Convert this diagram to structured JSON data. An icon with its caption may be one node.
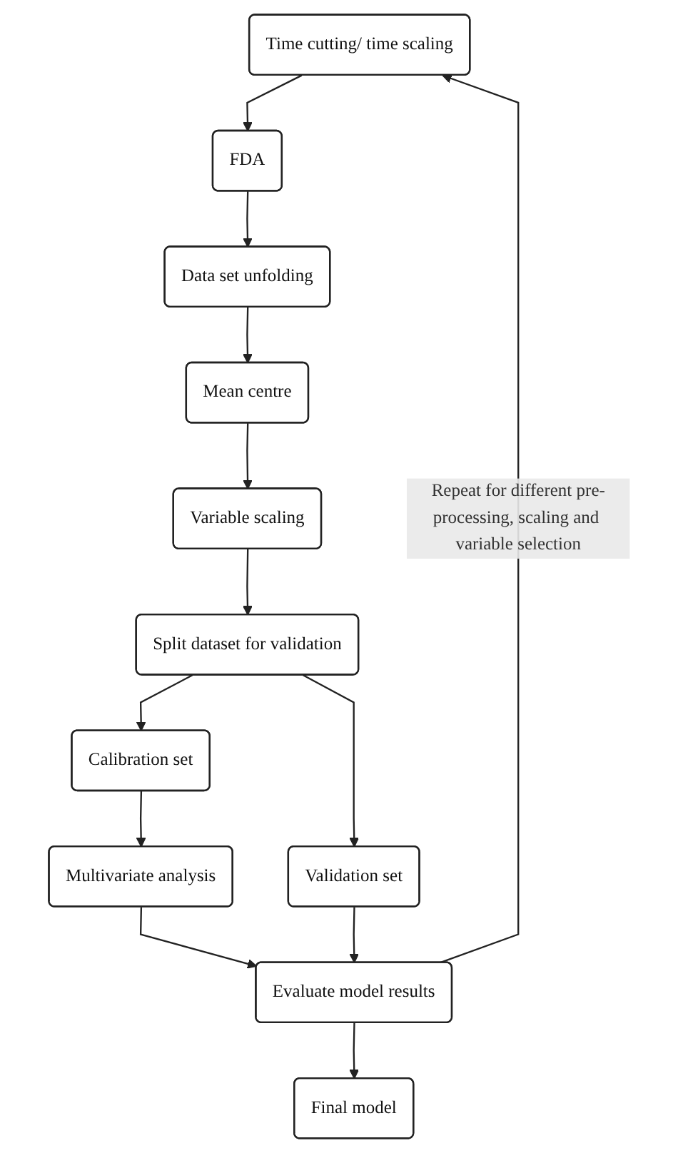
{
  "diagram": {
    "nodes": [
      {
        "text": [
          "Time cutting/ time scaling"
        ]
      },
      {
        "text": [
          "FDA"
        ]
      },
      {
        "text": [
          "Data set unfolding"
        ]
      },
      {
        "text": [
          "Mean centre"
        ]
      },
      {
        "text": [
          "Variable scaling"
        ]
      },
      {
        "text": [
          "Split dataset for validation"
        ]
      },
      {
        "text": [
          "Calibration set"
        ]
      },
      {
        "text": [
          "Validation set"
        ]
      },
      {
        "text": [
          "Multivariate analysis"
        ]
      },
      {
        "text": [
          "Evaluate model results"
        ]
      },
      {
        "text": [
          "Final model"
        ]
      }
    ],
    "edges": [
      {
        "from": 0,
        "to": 1,
        "arrow": "to"
      },
      {
        "from": 1,
        "to": 2,
        "arrow": "to"
      },
      {
        "from": 2,
        "to": 3,
        "arrow": "to"
      },
      {
        "from": 3,
        "to": 4,
        "arrow": "to"
      },
      {
        "from": 4,
        "to": 5,
        "arrow": "to"
      },
      {
        "from": 5,
        "to": 6,
        "arrow": "to"
      },
      {
        "from": 5,
        "to": 7,
        "arrow": "to"
      },
      {
        "from": 6,
        "to": 8,
        "arrow": "to"
      },
      {
        "from": 8,
        "to": 9,
        "arrow": "to"
      },
      {
        "from": 7,
        "to": 9,
        "arrow": "to"
      },
      {
        "from": 9,
        "to": 10,
        "arrow": "to"
      },
      {
        "from": 9,
        "to": 0,
        "arrow": "to",
        "label": "Repeat for different pre-processing, scaling and variable selection"
      }
    ]
  }
}
